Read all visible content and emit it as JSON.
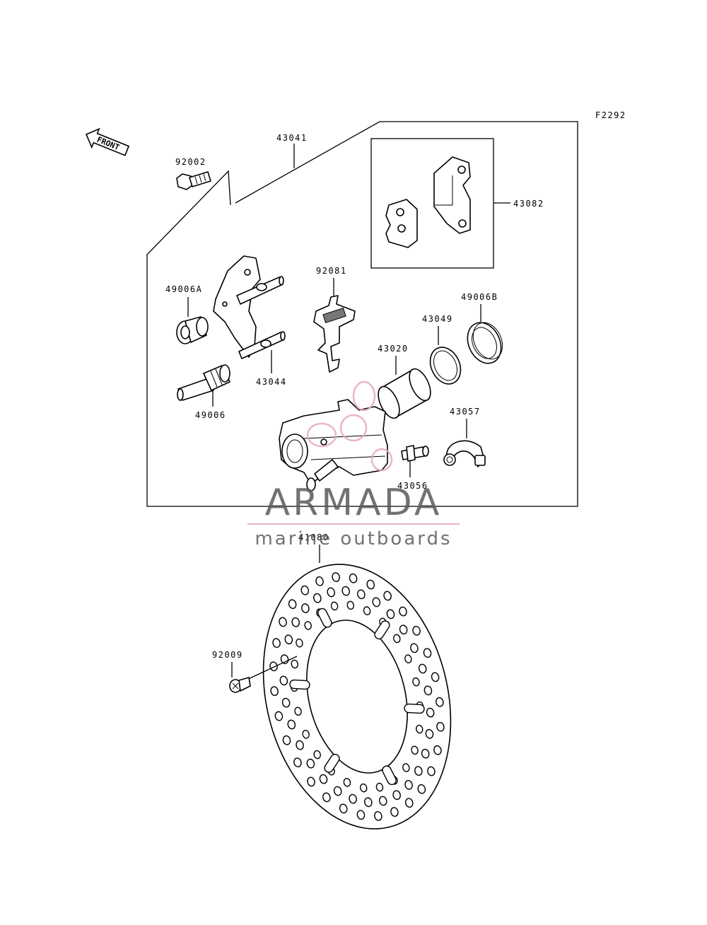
{
  "figure_code": "F2292",
  "front_label": "FRONT",
  "parts": {
    "p43041": "43041",
    "p92002": "92002",
    "p43082": "43082",
    "p92081": "92081",
    "p49006A": "49006A",
    "p49006B": "49006B",
    "p43049": "43049",
    "p43020": "43020",
    "p43044": "43044",
    "p49006": "49006",
    "p43057": "43057",
    "p43056": "43056",
    "p41080": "41080",
    "p92009": "92009"
  },
  "watermark": {
    "brand": "ARMADA",
    "tagline": "marine outboards",
    "colors": {
      "text": "#5a5a5a",
      "accent": "#e8a8c4"
    }
  },
  "colors": {
    "line": "#000000",
    "background": "#ffffff"
  }
}
